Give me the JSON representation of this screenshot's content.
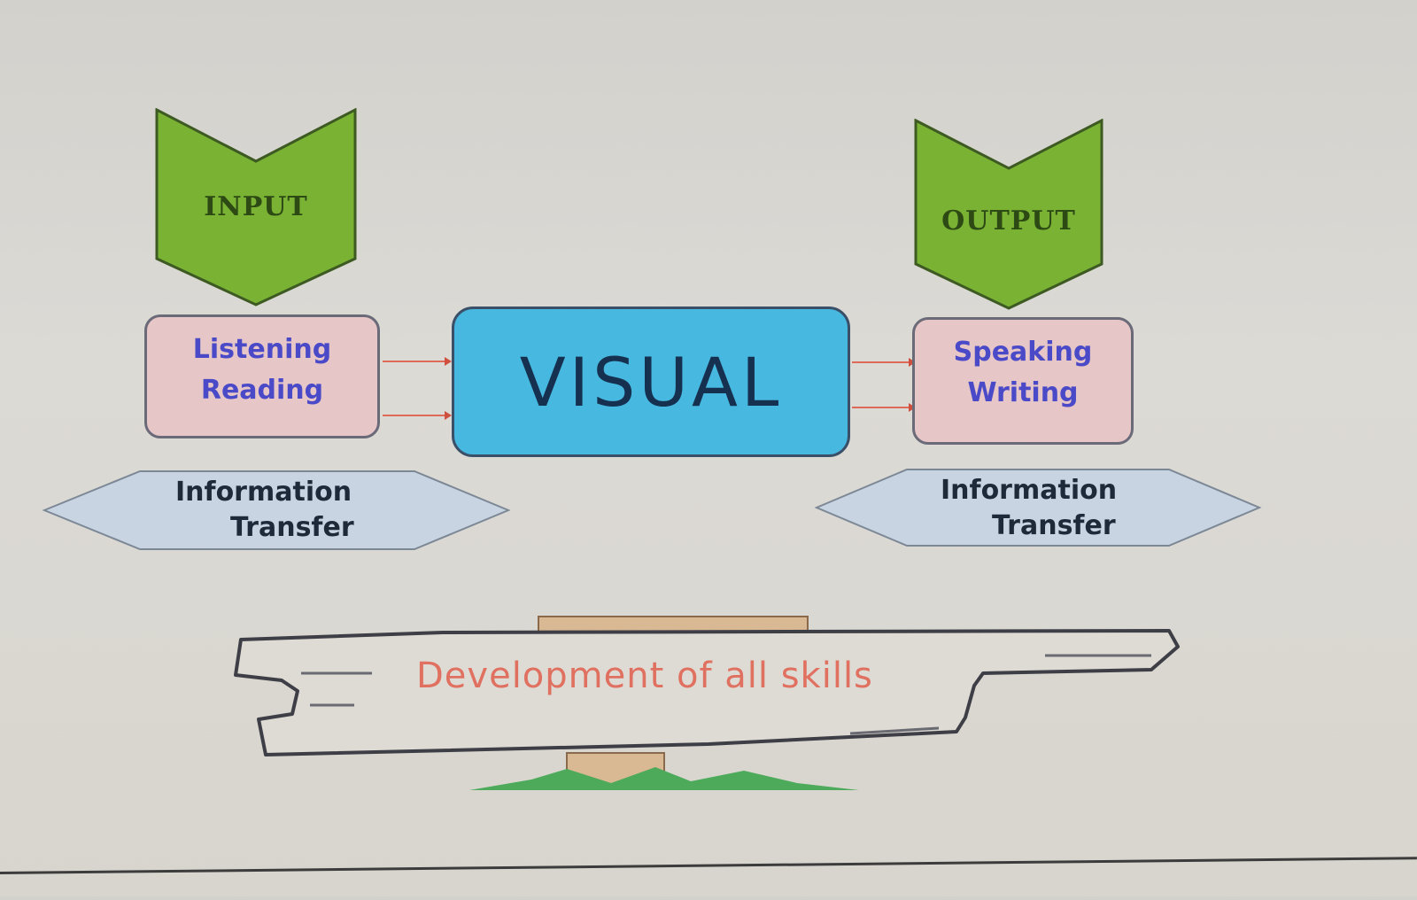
{
  "diagram": {
    "input": {
      "label": "INPUT",
      "color": "#7ab234"
    },
    "output": {
      "label": "OUTPUT",
      "color": "#7ab234"
    },
    "input_skills": {
      "lines": [
        "Listening",
        "Reading"
      ]
    },
    "output_skills": {
      "lines": [
        "Speaking",
        "Writing"
      ]
    },
    "center": {
      "label": "VISUAL",
      "color": "#47b8e0"
    },
    "left_transfer": {
      "lines": [
        "Information",
        "Transfer"
      ]
    },
    "right_transfer": {
      "lines": [
        "Information",
        "Transfer"
      ]
    },
    "sign": {
      "label": "Development of all skills",
      "text_color": "#e07060"
    },
    "colors": {
      "skill_box": "#e6c6c6",
      "skill_text": "#4a4ac8",
      "arrow": "#e06a5a",
      "hexagon": "#c9d4e2"
    }
  }
}
